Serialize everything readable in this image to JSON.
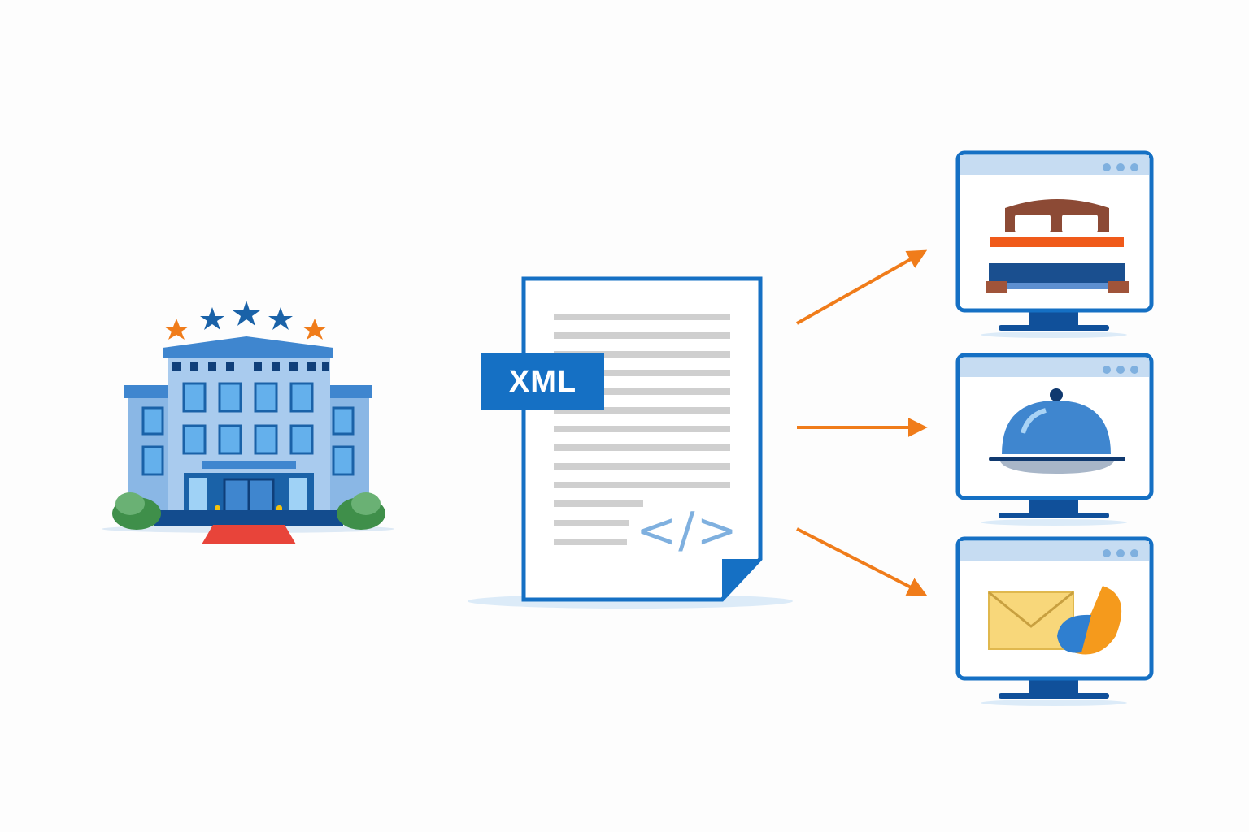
{
  "document": {
    "label": "XML",
    "code_symbol": "</>"
  },
  "hotel": {
    "stars": 5
  },
  "channels": [
    {
      "name": "rooms",
      "icon": "bed-icon"
    },
    {
      "name": "room-service",
      "icon": "cloche-icon"
    },
    {
      "name": "contact",
      "icon": "envelope-phone-icon"
    }
  ],
  "colors": {
    "primary": "#1570c4",
    "accent": "#f07c1a",
    "light": "#c6dcf2"
  }
}
